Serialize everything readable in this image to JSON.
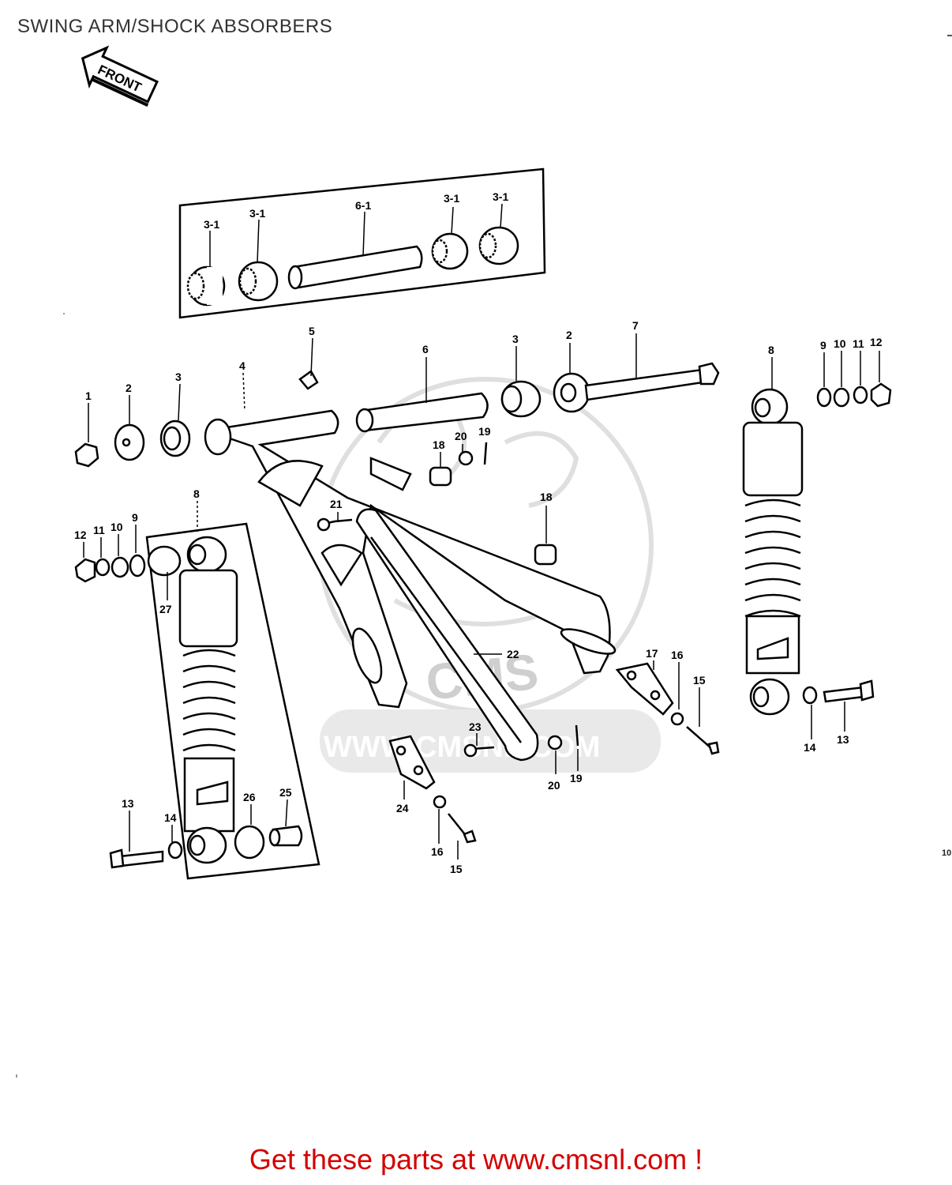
{
  "header": {
    "title": "SWING ARM/SHOCK ABSORBERS",
    "page_number": "10"
  },
  "front_arrow": {
    "label": "FRONT"
  },
  "watermark": {
    "text": "WWW.CMSNL.COM",
    "logo": "CMS"
  },
  "callouts": {
    "inset_3_1_a": "3-1",
    "inset_3_1_b": "3-1",
    "inset_6_1": "6-1",
    "inset_3_1_c": "3-1",
    "inset_3_1_d": "3-1",
    "p1": "1",
    "p2_left": "2",
    "p3_left": "3",
    "p4": "4",
    "p5": "5",
    "p6": "6",
    "p3_right": "3",
    "p2_right": "2",
    "p7": "7",
    "p8_right": "8",
    "p9_right": "9",
    "p10_right": "10",
    "p11_right": "11",
    "p12_right": "12",
    "p18_top": "18",
    "p20_top": "20",
    "p19_top": "19",
    "p21": "21",
    "p18_mid": "18",
    "p8_left": "8",
    "p12_left": "12",
    "p11_left": "11",
    "p10_left": "10",
    "p9_left": "9",
    "p27": "27",
    "p22": "22",
    "p17": "17",
    "p16_right": "16",
    "p15_right": "15",
    "p14_right": "14",
    "p13_right": "13",
    "p23": "23",
    "p20_bottom": "20",
    "p19_bottom": "19",
    "p24": "24",
    "p16_bottom": "16",
    "p15_bottom": "15",
    "p13_left": "13",
    "p14_left": "14",
    "p26": "26",
    "p25": "25"
  },
  "footer": {
    "link_text": "Get these parts at www.cmsnl.com !",
    "link_color": "#d40000"
  }
}
